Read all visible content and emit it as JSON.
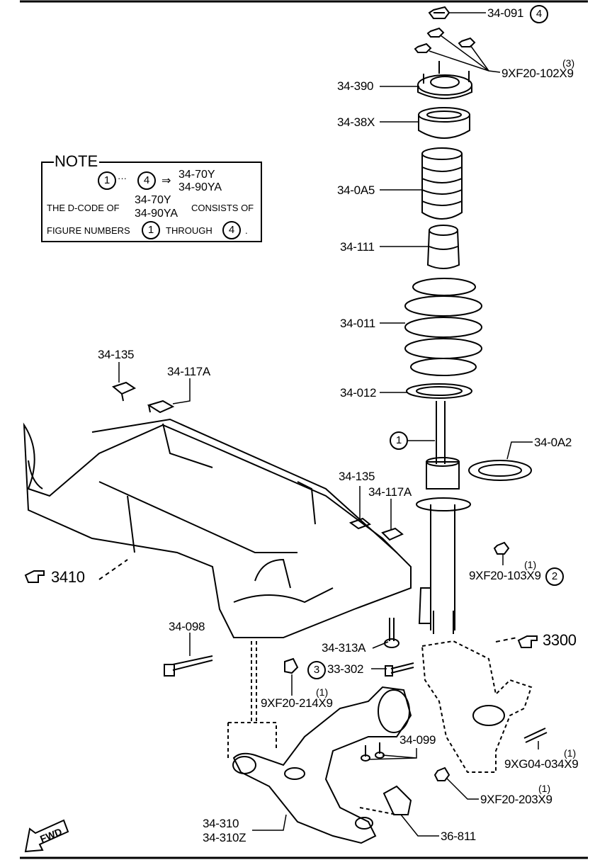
{
  "labels": {
    "p34_091": "34-091",
    "p9xf20_102x9": "9XF20-102X9",
    "p9xf20_102x9_qty": "(3)",
    "p34_390": "34-390",
    "p34_38x": "34-38X",
    "p34_0a5": "34-0A5",
    "p34_111": "34-111",
    "p34_011": "34-011",
    "p34_012": "34-012",
    "p34_0a2": "34-0A2",
    "p34_135_a": "34-135",
    "p34_117a_a": "34-117A",
    "p34_135_b": "34-135",
    "p34_117a_b": "34-117A",
    "ref_3410": "3410",
    "p9xf20_103x9": "9XF20-103X9",
    "p9xf20_103x9_qty": "(1)",
    "ref_3300": "3300",
    "p34_098": "34-098",
    "p34_313a": "34-313A",
    "p33_302": "33-302",
    "p9xf20_214x9": "9XF20-214X9",
    "p9xf20_214x9_qty": "(1)",
    "p34_099": "34-099",
    "p9xg04_034x9": "9XG04-034X9",
    "p9xg04_034x9_qty": "(1)",
    "p9xf20_203x9": "9XF20-203X9",
    "p9xf20_203x9_qty": "(1)",
    "p34_310": "34-310",
    "p34_310z": "34-310Z",
    "p36_811": "36-811",
    "fwd": "FWD"
  },
  "circles": {
    "c4_top": "4",
    "c1_strut": "1",
    "c2": "2",
    "c3": "3"
  },
  "note": {
    "title": "NOTE",
    "range_start": "1",
    "range_sep": "···",
    "range_end": "4",
    "arrow": "⇒",
    "code1": "34-70Y",
    "code2": "34-90YA",
    "line2_a": "THE D-CODE OF",
    "line2_b": "CONSISTS OF",
    "line3_a": "FIGURE NUMBERS",
    "line3_num1": "1",
    "line3_b": "THROUGH",
    "line3_num2": "4",
    "line3_dot": "."
  }
}
